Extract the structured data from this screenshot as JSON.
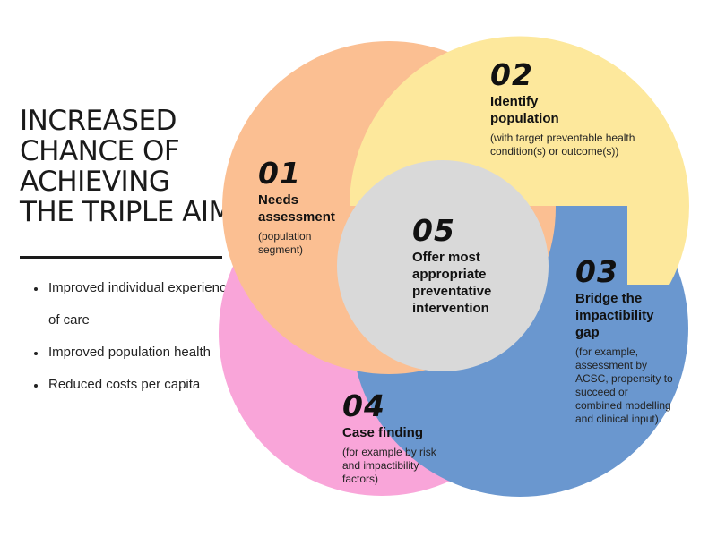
{
  "title_lines": [
    "INCREASED",
    "CHANCE OF",
    "ACHIEVING",
    "THE TRIPLE AIM"
  ],
  "bullets": [
    "Improved individual experience of care",
    "Improved population health",
    "Reduced costs per capita"
  ],
  "stages": {
    "s01": {
      "number": "01",
      "heading": "Needs assessment",
      "note": "(population segment)",
      "color": "#fbbf92"
    },
    "s02": {
      "number": "02",
      "heading": "Identify population",
      "note": "(with target preventable health condition(s) or outcome(s))",
      "color": "#fde89c"
    },
    "s03": {
      "number": "03",
      "heading": "Bridge the impactibility gap",
      "note": "(for example, assessment by ACSC, propensity to succeed or combined modelling and clinical input)",
      "color": "#6a97cf"
    },
    "s04": {
      "number": "04",
      "heading": "Case finding",
      "note": "(for example by risk and impactibility factors)",
      "color": "#f9a5d9"
    },
    "s05": {
      "number": "05",
      "heading": "Offer most appropriate preventative intervention",
      "note": "",
      "color": "#d9d9d9"
    }
  }
}
